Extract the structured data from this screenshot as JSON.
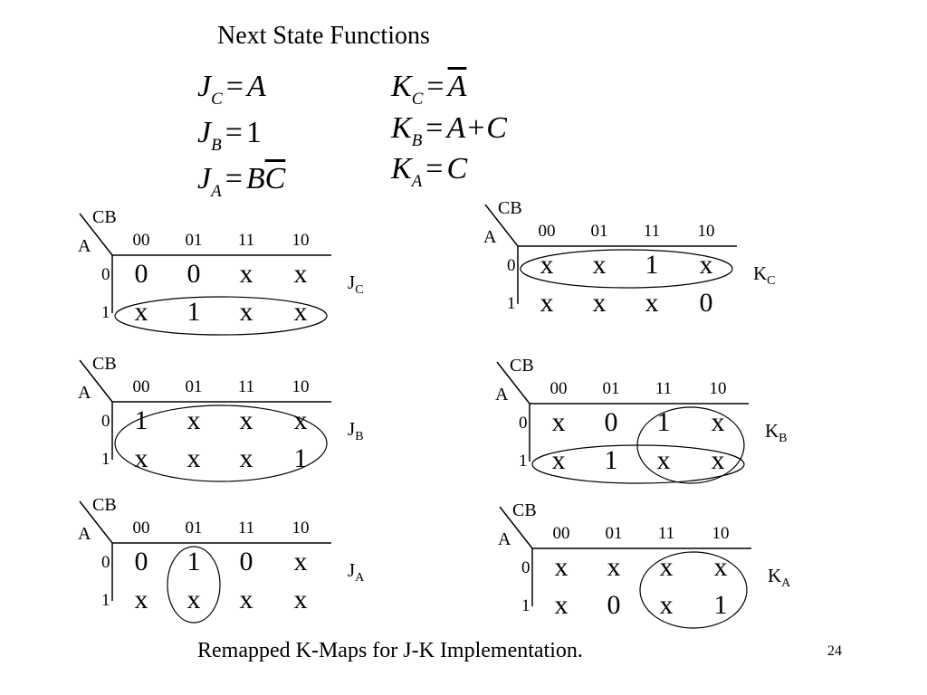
{
  "title": "Next State Functions",
  "equations": {
    "j": [
      {
        "lhs": "J",
        "sub": "C",
        "rhs": "A"
      },
      {
        "lhs": "J",
        "sub": "B",
        "rhs": "1"
      },
      {
        "lhs": "J",
        "sub": "A",
        "rhs": "BC",
        "rhs_overline": "C"
      }
    ],
    "k": [
      {
        "lhs": "K",
        "sub": "C",
        "rhs": "A",
        "rhs_overline": "A"
      },
      {
        "lhs": "K",
        "sub": "B",
        "rhs": "A+C"
      },
      {
        "lhs": "K",
        "sub": "A",
        "rhs": "C"
      }
    ]
  },
  "kmaps": [
    {
      "name": "J",
      "sub": "C",
      "row_var": "A",
      "col_var": "CB",
      "cols": [
        "00",
        "01",
        "11",
        "10"
      ],
      "rows": [
        "0",
        "1"
      ],
      "cells": [
        [
          "0",
          "0",
          "x",
          "x"
        ],
        [
          "x",
          "1",
          "x",
          "x"
        ]
      ],
      "groups": [
        "row 1, all columns"
      ]
    },
    {
      "name": "K",
      "sub": "C",
      "row_var": "A",
      "col_var": "CB",
      "cols": [
        "00",
        "01",
        "11",
        "10"
      ],
      "rows": [
        "0",
        "1"
      ],
      "cells": [
        [
          "x",
          "x",
          "1",
          "x"
        ],
        [
          "x",
          "x",
          "x",
          "0"
        ]
      ],
      "groups": [
        "row 0, all columns"
      ]
    },
    {
      "name": "J",
      "sub": "B",
      "row_var": "A",
      "col_var": "CB",
      "cols": [
        "00",
        "01",
        "11",
        "10"
      ],
      "rows": [
        "0",
        "1"
      ],
      "cells": [
        [
          "1",
          "x",
          "x",
          "x"
        ],
        [
          "x",
          "x",
          "x",
          "1"
        ]
      ],
      "groups": [
        "all cells"
      ]
    },
    {
      "name": "K",
      "sub": "B",
      "row_var": "A",
      "col_var": "CB",
      "cols": [
        "00",
        "01",
        "11",
        "10"
      ],
      "rows": [
        "0",
        "1"
      ],
      "cells": [
        [
          "x",
          "0",
          "1",
          "x"
        ],
        [
          "x",
          "1",
          "x",
          "x"
        ]
      ],
      "groups": [
        "row 1, all columns",
        "columns 11 and 10, both rows"
      ]
    },
    {
      "name": "J",
      "sub": "A",
      "row_var": "A",
      "col_var": "CB",
      "cols": [
        "00",
        "01",
        "11",
        "10"
      ],
      "rows": [
        "0",
        "1"
      ],
      "cells": [
        [
          "0",
          "1",
          "0",
          "x"
        ],
        [
          "x",
          "x",
          "x",
          "x"
        ]
      ],
      "groups": [
        "column 01, both rows"
      ]
    },
    {
      "name": "K",
      "sub": "A",
      "row_var": "A",
      "col_var": "CB",
      "cols": [
        "00",
        "01",
        "11",
        "10"
      ],
      "rows": [
        "0",
        "1"
      ],
      "cells": [
        [
          "x",
          "x",
          "x",
          "x"
        ],
        [
          "x",
          "0",
          "x",
          "1"
        ]
      ],
      "groups": [
        "columns 11 and 10, both rows"
      ]
    }
  ],
  "caption": "Remapped K-Maps for J-K Implementation.",
  "page_number": "24"
}
